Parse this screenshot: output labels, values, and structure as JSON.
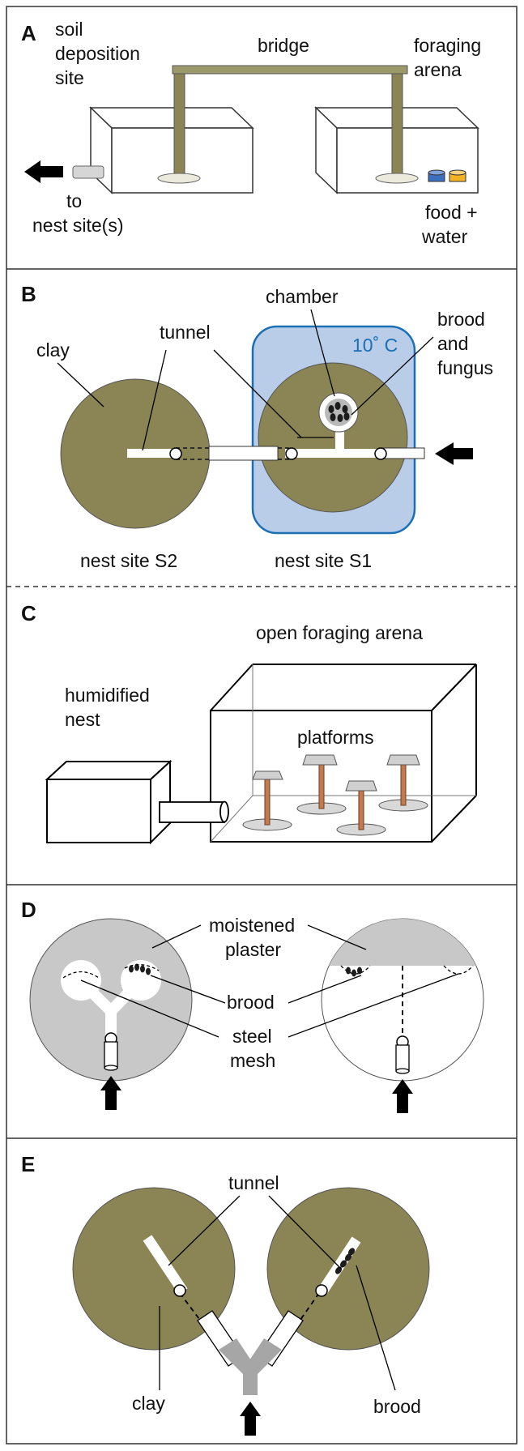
{
  "colors": {
    "clay": "#8b8455",
    "plaster": "#c8c8c8",
    "temp_box_fill": "#b9cde8",
    "temp_box_stroke": "#1a6fb5",
    "bridge": "#9c9a6a",
    "pillar": "#c37a4f",
    "food_blue": "#3d6fc0",
    "food_yellow": "#f2b323"
  },
  "panels": {
    "A": {
      "letter": "A",
      "soil_line1": "soil",
      "soil_line2": "deposition",
      "soil_line3": "site",
      "bridge": "bridge",
      "arena_line1": "foraging",
      "arena_line2": "arena",
      "to_line1": "to",
      "to_line2": "nest site(s)",
      "food_line1": "food +",
      "food_line2": "water"
    },
    "B": {
      "letter": "B",
      "chamber": "chamber",
      "brood_line1": "brood",
      "brood_line2": "and",
      "brood_line3": "fungus",
      "clay": "clay",
      "tunnel": "tunnel",
      "temperature": "10˚ C",
      "site_s2": "nest site S2",
      "site_s1": "nest site S1"
    },
    "C": {
      "letter": "C",
      "arena": "open foraging arena",
      "nest_line1": "humidified",
      "nest_line2": "nest",
      "platforms": "platforms"
    },
    "D": {
      "letter": "D",
      "plaster_line1": "moistened",
      "plaster_line2": "plaster",
      "brood": "brood",
      "mesh_line1": "steel",
      "mesh_line2": "mesh"
    },
    "E": {
      "letter": "E",
      "tunnel": "tunnel",
      "clay": "clay",
      "brood": "brood"
    }
  }
}
